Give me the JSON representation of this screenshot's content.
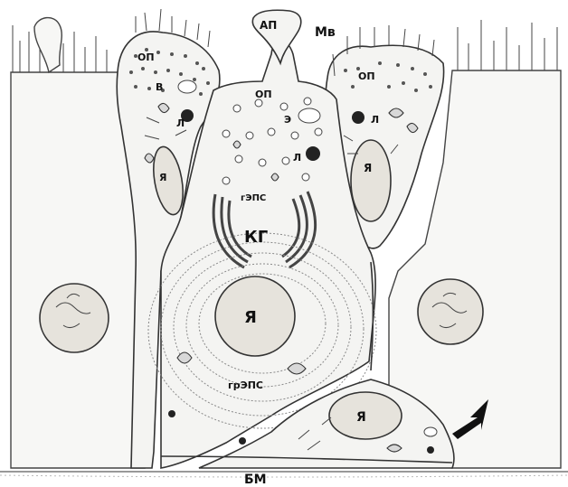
{
  "labels": {
    "ap": "АП",
    "mv": "Мв",
    "op_left": "ОП",
    "v": "В",
    "l_left": "Л",
    "ya_left": "Я",
    "op_center": "ОП",
    "e": "Э",
    "l_center": "Л",
    "gaeps": "гЭПС",
    "kg": "КГ",
    "ya_center": "Я",
    "greps": "грЭПС",
    "op_right": "ОП",
    "l_right": "Л",
    "ya_right": "Я",
    "ya_bottom": "Я",
    "bm": "БМ"
  },
  "colors": {
    "outline": "#333333",
    "cytoplasm": "#f4f4f2",
    "nucleus": "#e6e3dc",
    "label": "#111111"
  },
  "icons": {
    "arrow": "arrow-pointer-icon"
  }
}
